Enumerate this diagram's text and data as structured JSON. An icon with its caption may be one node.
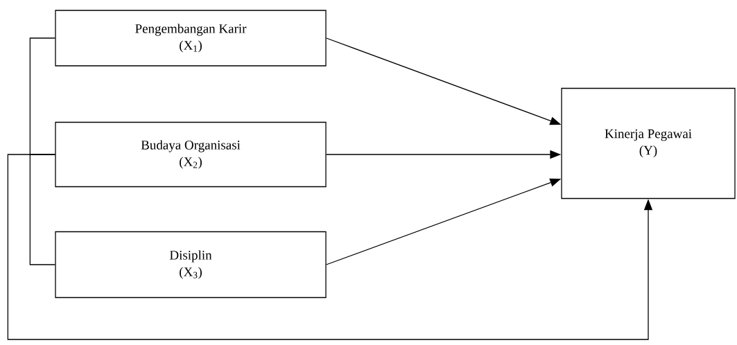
{
  "diagram": {
    "nodes": [
      {
        "text": [
          "Pengembangan Karir",
          "(X$_{1}$)"
        ]
      },
      {
        "text": [
          "Budaya Organisasi",
          "(X$_{2}$)"
        ]
      },
      {
        "text": [
          "Disiplin",
          "(X$_{3}$)"
        ]
      },
      {
        "text": [
          "Kinerja Pegawai",
          "(Y)"
        ]
      }
    ],
    "edges": [
      {
        "from": 0,
        "to": 1,
        "arrow": "none"
      },
      {
        "from": 1,
        "to": 2,
        "arrow": "none"
      },
      {
        "from": 0,
        "to": 3,
        "arrow": "to"
      },
      {
        "from": 1,
        "to": 3,
        "arrow": "to"
      },
      {
        "from": 2,
        "to": 3,
        "arrow": "to"
      },
      {
        "from": 1,
        "to": 3,
        "arrow": "to"
      }
    ]
  }
}
